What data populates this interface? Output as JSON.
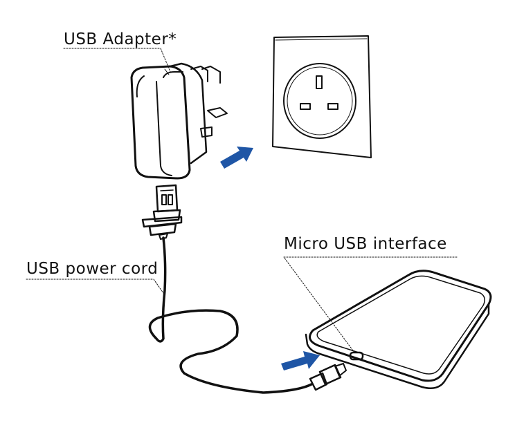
{
  "labels": {
    "adapter": "USB Adapter*",
    "micro_usb": "Micro USB interface",
    "cord": "USB power cord"
  },
  "colors": {
    "arrow": "#1f56a6",
    "ink": "#111111"
  }
}
